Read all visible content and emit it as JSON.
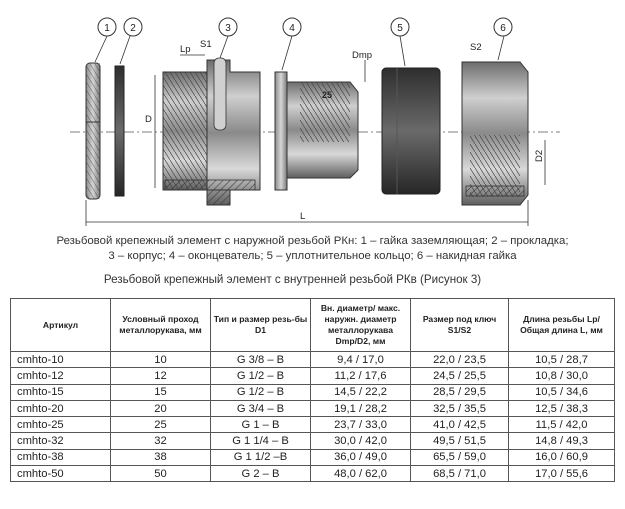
{
  "drawing": {
    "callouts": [
      "1",
      "2",
      "3",
      "4",
      "5",
      "6"
    ],
    "dims": {
      "lp": "Lp",
      "s1": "S1",
      "s2": "S2",
      "d": "D",
      "dmp": "Dmp",
      "d2": "D2",
      "l": "L",
      "stamp": "25"
    }
  },
  "caption": {
    "line1": "Резьбовой крепежный элемент с наружной резьбой РКн: 1 – гайка заземляющая; 2 – прокладка;",
    "line2": "3 – корпус; 4 – оконцеватель; 5 – уплотнительное кольцо; 6 – накидная гайка",
    "table_title": "Резьбовой крепежный элемент с внутренней резьбой РКв (Рисунок 3)"
  },
  "table": {
    "headers": [
      "Артикул",
      "Условный проход металлорукава, мм",
      "Тип и размер резь-бы D1",
      "Вн. диаметр/ макс. наружн. диаметр металлорукава Dmp/D2, мм",
      "Размер под ключ S1/S2",
      "Длина резьбы Lp/ Общая длина L, мм"
    ],
    "rows": [
      [
        "cmhto-10",
        "10",
        "G 3/8 – B",
        "9,4 / 17,0",
        "22,0 / 23,5",
        "10,5 / 28,7"
      ],
      [
        "cmhto-12",
        "12",
        "G 1/2 – B",
        "11,2 / 17,6",
        "24,5 / 25,5",
        "10,8 / 30,0"
      ],
      [
        "cmhto-15",
        "15",
        "G 1/2 – B",
        "14,5 / 22,2",
        "28,5 / 29,5",
        "10,5 / 34,6"
      ],
      [
        "cmhto-20",
        "20",
        "G 3/4 – B",
        "19,1 / 28,2",
        "32,5 / 35,5",
        "12,5 / 38,3"
      ],
      [
        "cmhto-25",
        "25",
        "G 1 – B",
        "23,7 / 33,0",
        "41,0 / 42,5",
        "11,5 / 42,0"
      ],
      [
        "cmhto-32",
        "32",
        "G 1 1/4 – B",
        "30,0 / 42,0",
        "49,5 / 51,5",
        "14,8 / 49,3"
      ],
      [
        "cmhto-38",
        "38",
        "G 1 1/2 –B",
        "36,0 / 49,0",
        "65,5 / 59,0",
        "16,0 / 60,9"
      ],
      [
        "cmhto-50",
        "50",
        "G 2 – B",
        "48,0 / 62,0",
        "68,5 / 71,0",
        "17,0 / 55,6"
      ]
    ]
  }
}
